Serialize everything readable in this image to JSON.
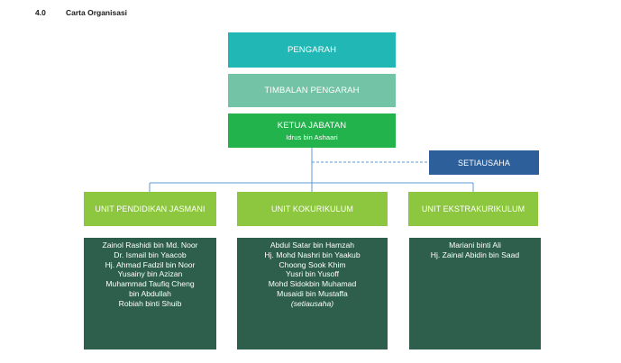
{
  "section": {
    "number": "4.0",
    "title": "Carta Organisasi"
  },
  "boxes": {
    "pengarah": "PENGARAH",
    "timbalan": "TIMBALAN PENGARAH",
    "ketua": "KETUA JABATAN",
    "ketua_name": "Idrus bin Ashaari",
    "setiausaha": "SETIAUSAHA"
  },
  "units": [
    {
      "label": "UNIT PENDIDIKAN JASMANI",
      "members": [
        "Zainol Rashidi bin Md. Noor",
        "Dr. Ismail bin Yaacob",
        "Hj. Ahmad Fadzil bin Noor",
        "Yusainy bin Azizan",
        "Muhammad Taufiq Cheng",
        "bin Abdullah",
        "Robiah binti Shuib"
      ]
    },
    {
      "label": "UNIT KOKURIKULUM",
      "members": [
        "Abdul Satar bin Hamzah",
        "Hj. Mohd Nashri bin Yaakub",
        "Choong Sook Khim",
        "Yusri bin Yusoff",
        "Mohd Sidokbin Muhamad",
        "Musaidi bin Mustaffa",
        "(setiausaha)"
      ]
    },
    {
      "label": "UNIT EKSTRAKURIKULUM",
      "members": [
        "Mariani binti Ali",
        "Hj. Zainal Abidin bin Saad"
      ]
    }
  ],
  "colors": {
    "pengarah": "#21b7b4",
    "timbalan": "#73c3a6",
    "ketua": "#23b34c",
    "setiausaha": "#2d5f9a",
    "unit": "#8dc63f",
    "members": "#2d5f4c",
    "connector": "#5b9bd5"
  }
}
